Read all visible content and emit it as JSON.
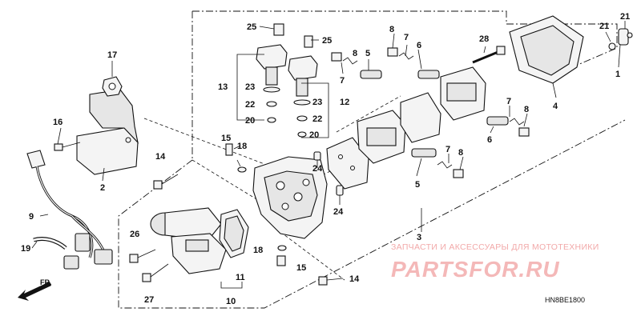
{
  "callouts": {
    "n1": "1",
    "n2": "2",
    "n3": "3",
    "n4": "4",
    "n5a": "5",
    "n5b": "5",
    "n6a": "6",
    "n6b": "6",
    "n7a": "7",
    "n7b": "7",
    "n7c": "7",
    "n7d": "7",
    "n8a": "8",
    "n8b": "8",
    "n8c": "8",
    "n8d": "8",
    "n9": "9",
    "n10": "10",
    "n11": "11",
    "n12": "12",
    "n13": "13",
    "n14a": "14",
    "n14b": "14",
    "n15a": "15",
    "n15b": "15",
    "n16": "16",
    "n17": "17",
    "n18a": "18",
    "n18b": "18",
    "n19": "19",
    "n20a": "20",
    "n20b": "20",
    "n21a": "21",
    "n21b": "21",
    "n22a": "22",
    "n22b": "22",
    "n23a": "23",
    "n23b": "23",
    "n24a": "24",
    "n24b": "24",
    "n25a": "25",
    "n25b": "25",
    "n26": "26",
    "n27": "27",
    "n28": "28"
  },
  "direction_label": "FR.",
  "watermark": {
    "tagline": "ЗАПЧАСТИ И АКСЕССУАРЫ ДЛЯ МОТОТЕХНИКИ",
    "logo": "PARTSFOR.RU"
  },
  "diagram_code": "HN8BE1800"
}
